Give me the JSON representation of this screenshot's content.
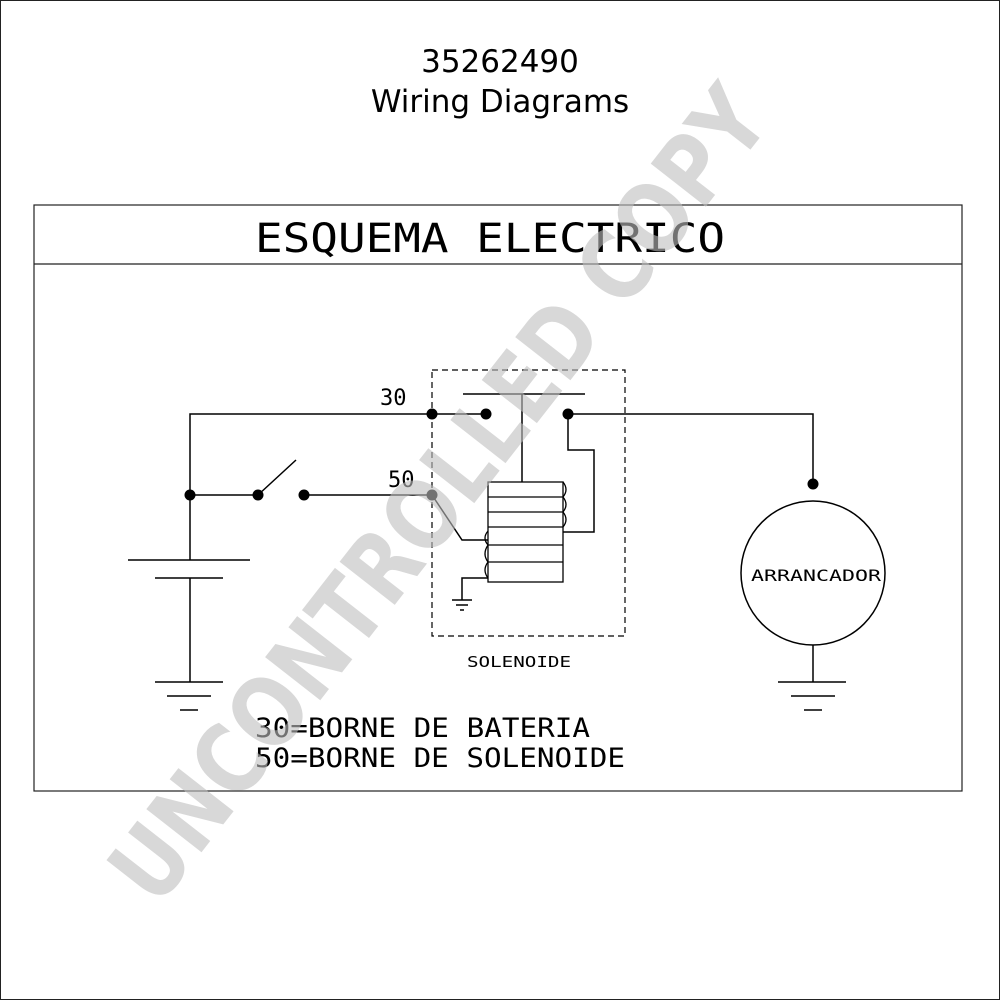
{
  "header": {
    "part_number": "35262490",
    "subtitle": "Wiring Diagrams"
  },
  "diagram": {
    "title": "ESQUEMA ELECTRICO",
    "terminal_30_label": "30",
    "terminal_50_label": "50",
    "solenoid_label": "SOLENOIDE",
    "starter_label": "ARRANCADOR",
    "legend": [
      "30=BORNE DE BATERIA",
      "50=BORNE DE SOLENOIDE"
    ]
  },
  "watermark": "UNCONTROLLED COPY"
}
